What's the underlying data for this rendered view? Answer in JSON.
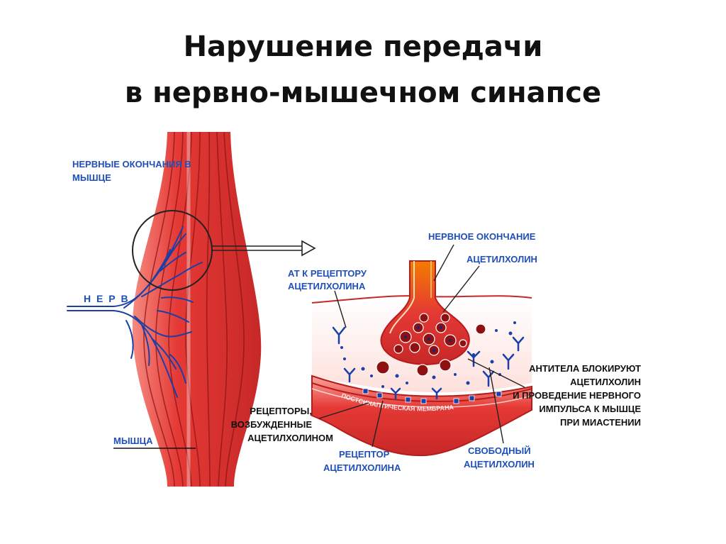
{
  "title": {
    "line1": "Нарушение передачи",
    "line2": "в нервно-мышечном синапсе"
  },
  "labels": {
    "nerve_endings_1": "НЕРВНЫЕ ОКОНЧАНИЯ В",
    "nerve_endings_2": "МЫШЦЕ",
    "nerve": "Н Е Р В",
    "muscle": "МЫШЦА",
    "nerve_ending": "НЕРВНОЕ ОКОНЧАНИЕ",
    "acetylcholine": "АЦЕТИЛХОЛИН",
    "at_receptor_1": "АТ К РЕЦЕПТОРУ",
    "at_receptor_2": "АЦЕТИЛХОЛИНА",
    "antibodies_1": "АНТИТЕЛА БЛОКИРУЮТ",
    "antibodies_2": "АЦЕТИЛХОЛИН",
    "antibodies_3": "И ПРОВЕДЕНИЕ НЕРВНОГО",
    "antibodies_4": "ИМПУЛЬСА К МЫШЦЕ",
    "antibodies_5": "ПРИ МИАСТЕНИИ",
    "excited_1": "РЕЦЕПТОРЫ,",
    "excited_2": "ВОЗБУЖДЕННЫЕ",
    "excited_3": "АЦЕТИЛХОЛИНОМ",
    "receptor_1": "РЕЦЕПТОР",
    "receptor_2": "АЦЕТИЛХОЛИНА",
    "free_1": "СВОБОДНЫЙ",
    "free_2": "АЦЕТИЛХОЛИН",
    "membrane": "ПОСТСИНАПТИЧЕСКАЯ МЕМБРАНА"
  },
  "colors": {
    "muscle_red": "#e53935",
    "muscle_dark": "#b71c1c",
    "nerve_blue": "#1a3fa8",
    "label_blue": "#1f4fb8",
    "label_black": "#111111"
  }
}
